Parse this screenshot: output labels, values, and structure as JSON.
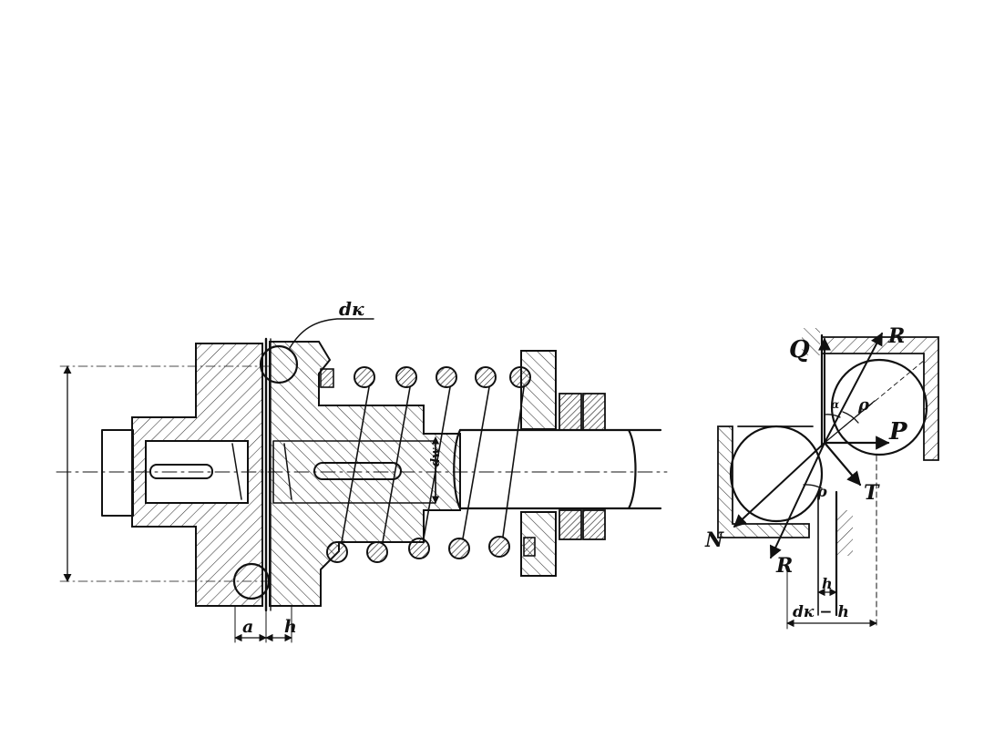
{
  "clutch_drawing": {
    "labels": {
      "ball_diameter": "dк",
      "dimension_a": "a",
      "dimension_h": "h",
      "shaft_diameter": "dw"
    }
  },
  "force_diagram": {
    "labels": {
      "Q": "Q",
      "R_top": "R",
      "R_bottom": "R",
      "P": "P",
      "T": "T",
      "N": "N",
      "rho_top": "ρ",
      "rho_bottom": "ρ",
      "alpha": "α",
      "h": "h",
      "dk_minus_h": "dк − h"
    }
  }
}
